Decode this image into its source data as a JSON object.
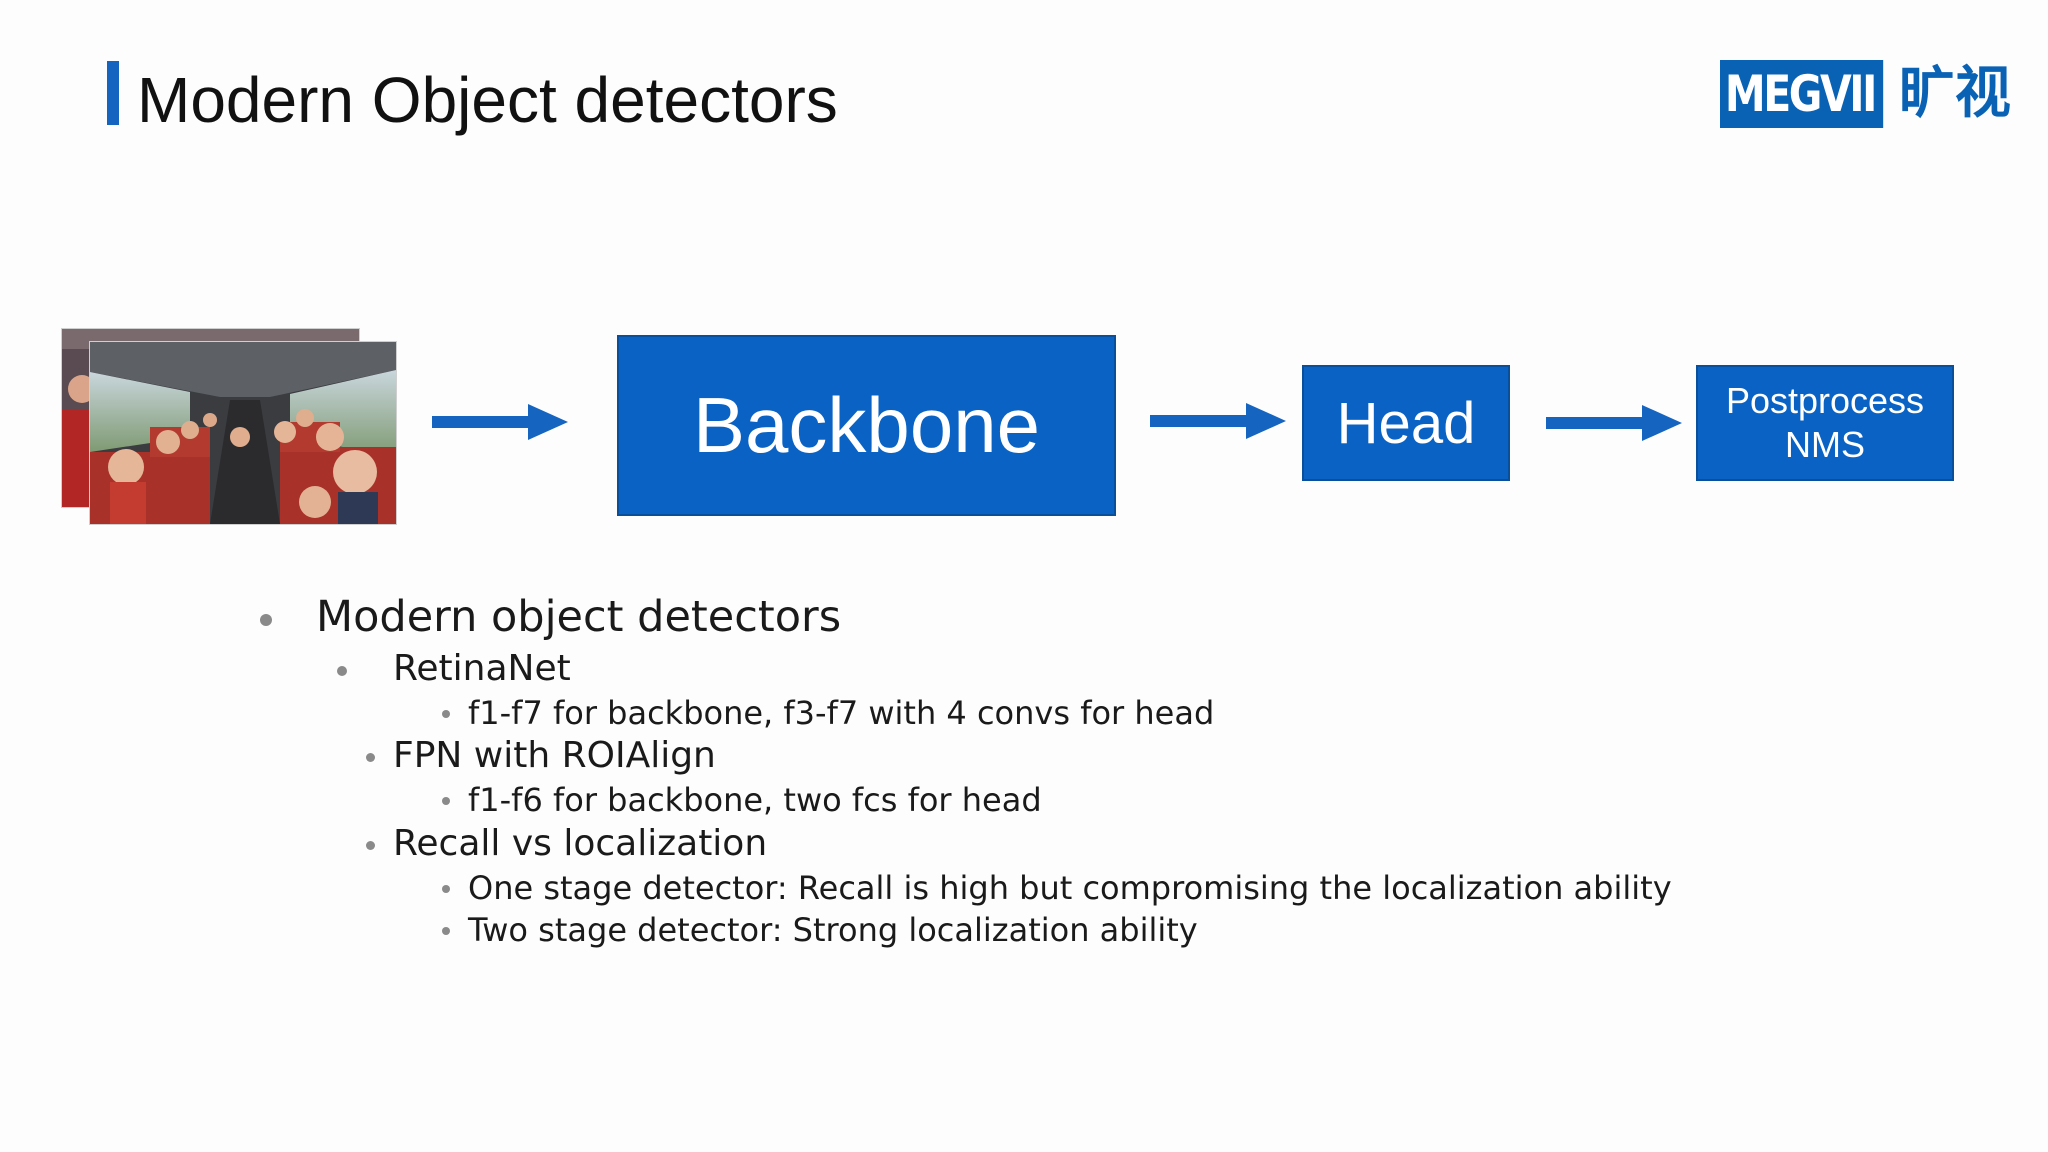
{
  "slide": {
    "title": "Modern Object detectors",
    "accent_color": "#1565c0"
  },
  "logo": {
    "brand": "MEGVII",
    "cn": "旷视",
    "color": "#0a62b5"
  },
  "pipeline": {
    "input_image": "bus-passengers-photo",
    "stages": [
      {
        "label": "Backbone"
      },
      {
        "label": "Head"
      },
      {
        "label_line1": "Postprocess",
        "label_line2": "NMS"
      }
    ],
    "box_color": "#0a63c4",
    "arrow_color": "#1565c0"
  },
  "bullets": {
    "l1": "Modern object detectors",
    "retinanet": "RetinaNet",
    "retinanet_detail": "f1-f7 for backbone,    f3-f7 with 4 convs for head",
    "fpn": "FPN with ROIAlign",
    "fpn_detail": "f1-f6 for backbone,  two fcs for head",
    "recall": "Recall vs localization",
    "one_stage": "One stage detector: Recall is high but compromising the localization ability",
    "two_stage": "Two stage detector: Strong localization ability"
  }
}
